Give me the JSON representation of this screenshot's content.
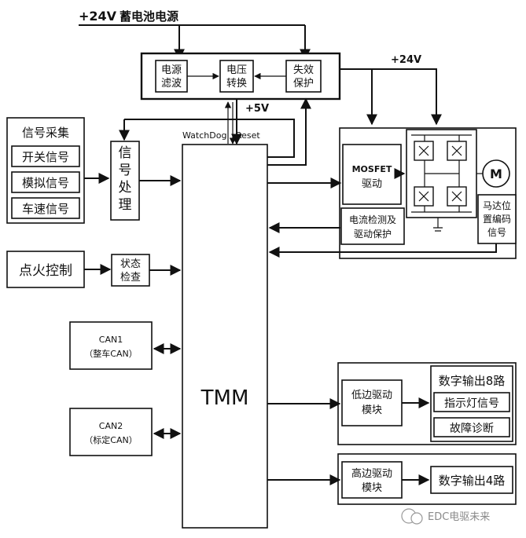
{
  "supply": {
    "voltage": "+24V",
    "label": "蓄电池电源"
  },
  "power_module": {
    "filter": [
      "电源",
      "滤波"
    ],
    "converter": [
      "电压",
      "转换"
    ],
    "protection": [
      "失效",
      "保护"
    ]
  },
  "rail_24v": "+24V",
  "rail_5v": "+5V",
  "watchdog_label": "WatchDog",
  "reset_label": "Reset",
  "signal_acquisition": {
    "title": "信号采集",
    "items": [
      "开关信号",
      "模拟信号",
      "车速信号"
    ]
  },
  "signal_processing": [
    "信",
    "号",
    "处",
    "理"
  ],
  "ignition_control": "点火控制",
  "status_check": [
    "状态",
    "检查"
  ],
  "can1": [
    "CAN1",
    "（整车CAN）"
  ],
  "can2": [
    "CAN2",
    "（标定CAN）"
  ],
  "tmm_label": "TMM",
  "motor_drive": {
    "mosfet": [
      "MOSFET",
      "驱动"
    ],
    "current_detect": [
      "电流检测及",
      "驱动保护"
    ],
    "motor_symbol": "M",
    "encoder": [
      "马达位",
      "置编码",
      "信号"
    ]
  },
  "low_side": {
    "driver": [
      "低边驱动",
      "模块"
    ],
    "outputs": [
      "数字输出8路",
      "指示灯信号",
      "故障诊断"
    ]
  },
  "high_side": {
    "driver": [
      "高边驱动",
      "模块"
    ],
    "output": "数字输出4路"
  },
  "watermark": "EDC电驱未来"
}
